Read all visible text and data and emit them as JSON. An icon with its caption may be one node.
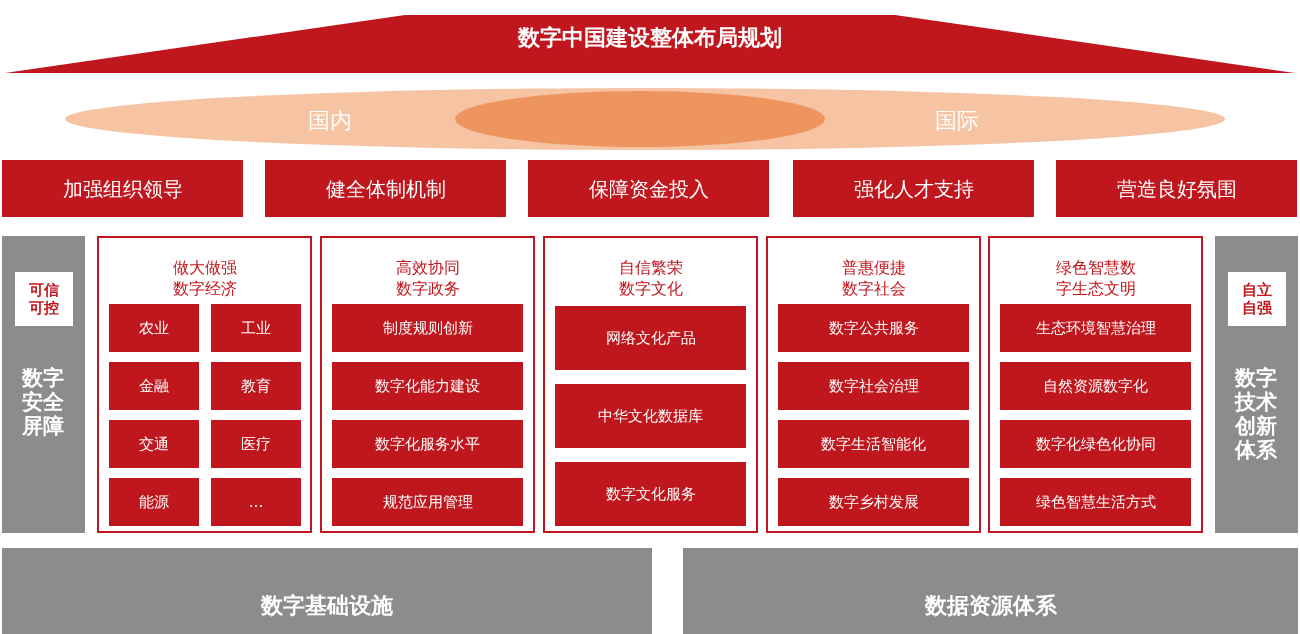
{
  "diagram": {
    "nodes": [
      {
        "text": [
          "数字中国建设整体布局规划"
        ]
      },
      {
        "text": [
          "国内",
          "国际"
        ]
      },
      {
        "text": [],
        "shape": "ellipse",
        "in": 1
      },
      {
        "text": [
          "加强组织领导"
        ]
      },
      {
        "text": [
          "健全体制机制"
        ]
      },
      {
        "text": [
          "保障资金投入"
        ]
      },
      {
        "text": [
          "强化人才支持"
        ]
      },
      {
        "text": [
          "营造良好氛围"
        ]
      },
      {
        "text": [
          "数字安全屏障"
        ]
      },
      {
        "text": [
          "可信可控"
        ],
        "in": 8
      },
      {
        "text": [
          "做大做强数字经济"
        ]
      },
      {
        "text": [
          "农业"
        ],
        "in": 10
      },
      {
        "text": [
          "工业"
        ],
        "in": 10
      },
      {
        "text": [
          "金融"
        ],
        "in": 10
      },
      {
        "text": [
          "教育"
        ],
        "in": 10
      },
      {
        "text": [
          "交通"
        ],
        "in": 10
      },
      {
        "text": [
          "医疗"
        ],
        "in": 10
      },
      {
        "text": [
          "能源"
        ],
        "in": 10
      },
      {
        "text": [
          "..."
        ],
        "in": 10
      },
      {
        "text": [
          "高效协同数字政务"
        ]
      },
      {
        "text": [
          "制度规则创新"
        ],
        "in": 19
      },
      {
        "text": [
          "数字化能力建设"
        ],
        "in": 19
      },
      {
        "text": [
          "数字化服务水平"
        ],
        "in": 19
      },
      {
        "text": [
          "规范应用管理"
        ],
        "in": 19
      },
      {
        "text": [
          "自信繁荣数字文化"
        ]
      },
      {
        "text": [
          "网络文化产品"
        ],
        "in": 24
      },
      {
        "text": [
          "中华文化数据库"
        ],
        "in": 24
      },
      {
        "text": [
          "数字文化服务"
        ],
        "in": 24
      },
      {
        "text": [
          "普惠便捷数字社会"
        ]
      },
      {
        "text": [
          "数字公共服务"
        ],
        "in": 28
      },
      {
        "text": [
          "数字社会治理"
        ],
        "in": 28
      },
      {
        "text": [
          "数字生活智能化"
        ],
        "in": 28
      },
      {
        "text": [
          "数字乡村发展"
        ],
        "in": 28
      },
      {
        "text": [
          "绿色智慧数字生态文明"
        ]
      },
      {
        "text": [
          "生态环境智慧治理"
        ],
        "in": 33
      },
      {
        "text": [
          "自然资源数字化"
        ],
        "in": 33
      },
      {
        "text": [
          "数字化绿色化协同"
        ],
        "in": 33
      },
      {
        "text": [
          "绿色智慧生活方式"
        ],
        "in": 33
      },
      {
        "text": [
          "数字技术创新体系"
        ]
      },
      {
        "text": [
          "自立自强"
        ],
        "in": 38
      },
      {
        "text": [
          "数字基础设施"
        ]
      },
      {
        "text": [
          "数据资源体系"
        ]
      }
    ]
  }
}
